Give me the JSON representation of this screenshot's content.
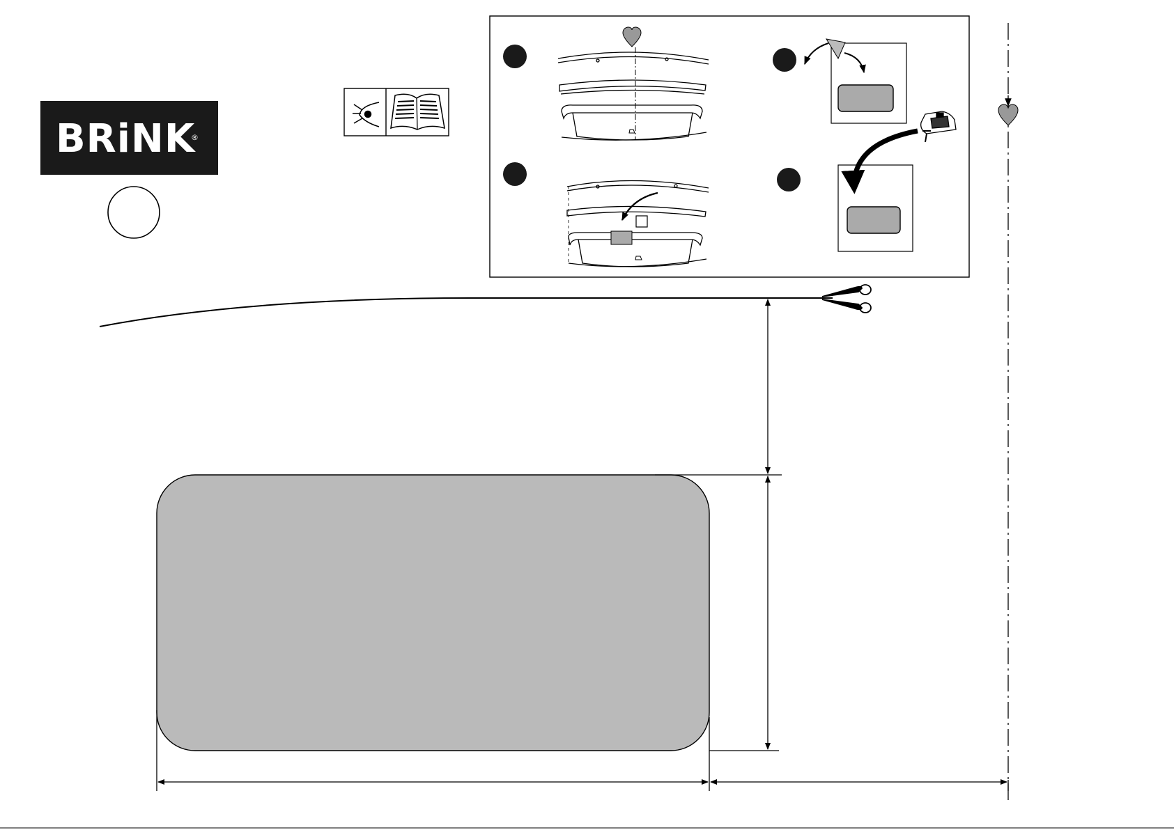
{
  "brand": {
    "name": "BRiNK",
    "registered_mark": "®",
    "logo_bg": "#1a1a1a",
    "logo_fg": "#ffffff"
  },
  "colors": {
    "line": "#000000",
    "template_fill": "#bababa",
    "heart_fill": "#999999",
    "step_marker": "#1a1a1a",
    "cut_fill": "#a9a9a9"
  },
  "icons": {
    "read_manual": [
      "eye-icon",
      "open-book-icon"
    ],
    "center_mark": "heart-icon",
    "cut_line": "scissors-icon",
    "tool": "jigsaw-icon"
  },
  "steps": [
    {
      "id": 1,
      "illustration": "bumper-center-mark"
    },
    {
      "id": 2,
      "illustration": "bumper-template-placement"
    },
    {
      "id": 3,
      "illustration": "peel-backing"
    },
    {
      "id": 4,
      "illustration": "cut-with-jigsaw"
    }
  ]
}
